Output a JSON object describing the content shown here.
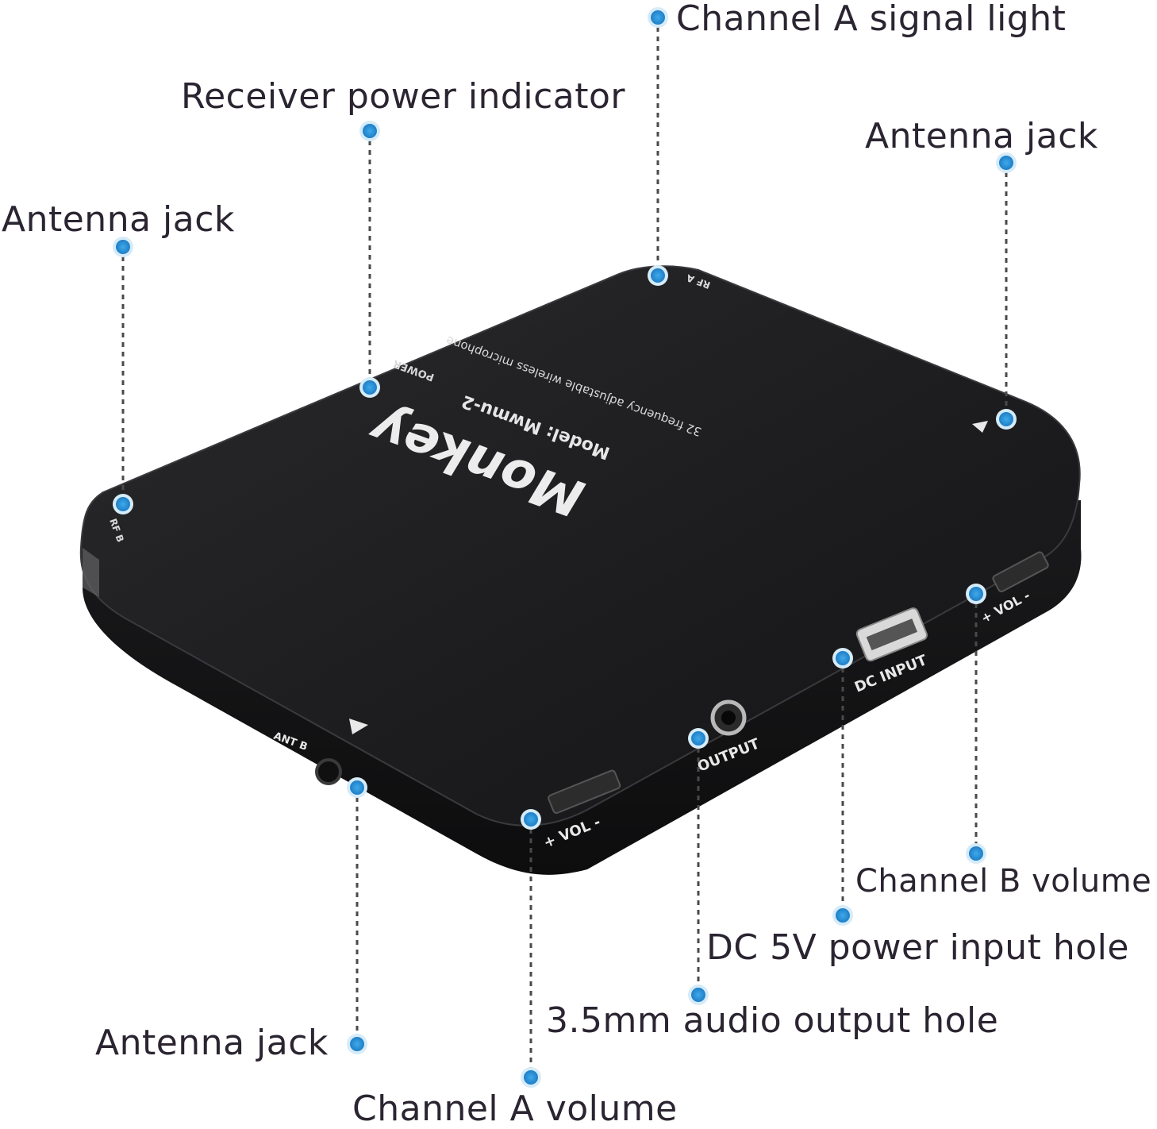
{
  "colors": {
    "accent_dot": "#2f95dc",
    "dot_halo": "#d6ebf8",
    "leader_line": "#4a4a4a",
    "label_text": "#2b2431",
    "device_body": "#1c1c1e",
    "device_edge": "#2b2b2e",
    "device_print": "#e8e8e8"
  },
  "callouts": {
    "channel_a_signal": "Channel A signal light",
    "receiver_power": "Receiver power indicator",
    "antenna_top_right": "Antenna jack",
    "antenna_top_left": "Antenna jack",
    "antenna_bottom_left": "Antenna jack",
    "channel_a_volume": "Channel A volume",
    "audio_output": "3.5mm audio output hole",
    "dc_power": "DC 5V power input hole",
    "channel_b_volume": "Channel B volume"
  },
  "device": {
    "brand": "Monkey",
    "model": "Model: Mwmu-2",
    "description": "32 frequency adjustable wireless microphone",
    "power_label": "POWER",
    "rf_a_label": "RF A",
    "rf_b_label": "RF B",
    "dc_input_label": "DC INPUT",
    "output_label": "OUTPUT",
    "vol_a_label": "+ VOL -",
    "vol_b_label": "+ VOL -",
    "ant_label": "ANT B"
  }
}
